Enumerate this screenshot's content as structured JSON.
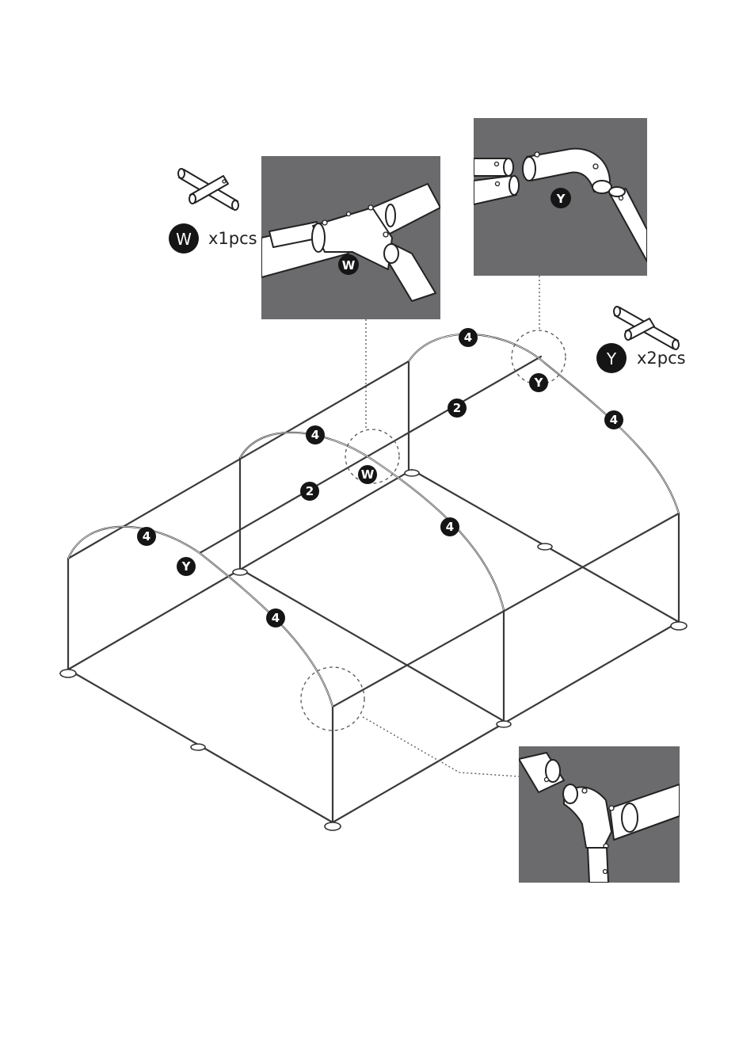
{
  "parts": [
    {
      "letter": "W",
      "quantity": "x1pcs",
      "icon": "cross-connector-icon"
    },
    {
      "letter": "Y",
      "quantity": "x2pcs",
      "icon": "t-connector-icon"
    }
  ],
  "inset_labels": {
    "w_detail": "W",
    "y_detail": "Y"
  },
  "frame_labels": {
    "arch_number": "4",
    "ridge_number": "2",
    "cross_joint": "W",
    "tee_joint": "Y"
  },
  "colors": {
    "inset_background": "#6b6b6d",
    "badge": "#151515",
    "frame": "#3a3a3a"
  }
}
